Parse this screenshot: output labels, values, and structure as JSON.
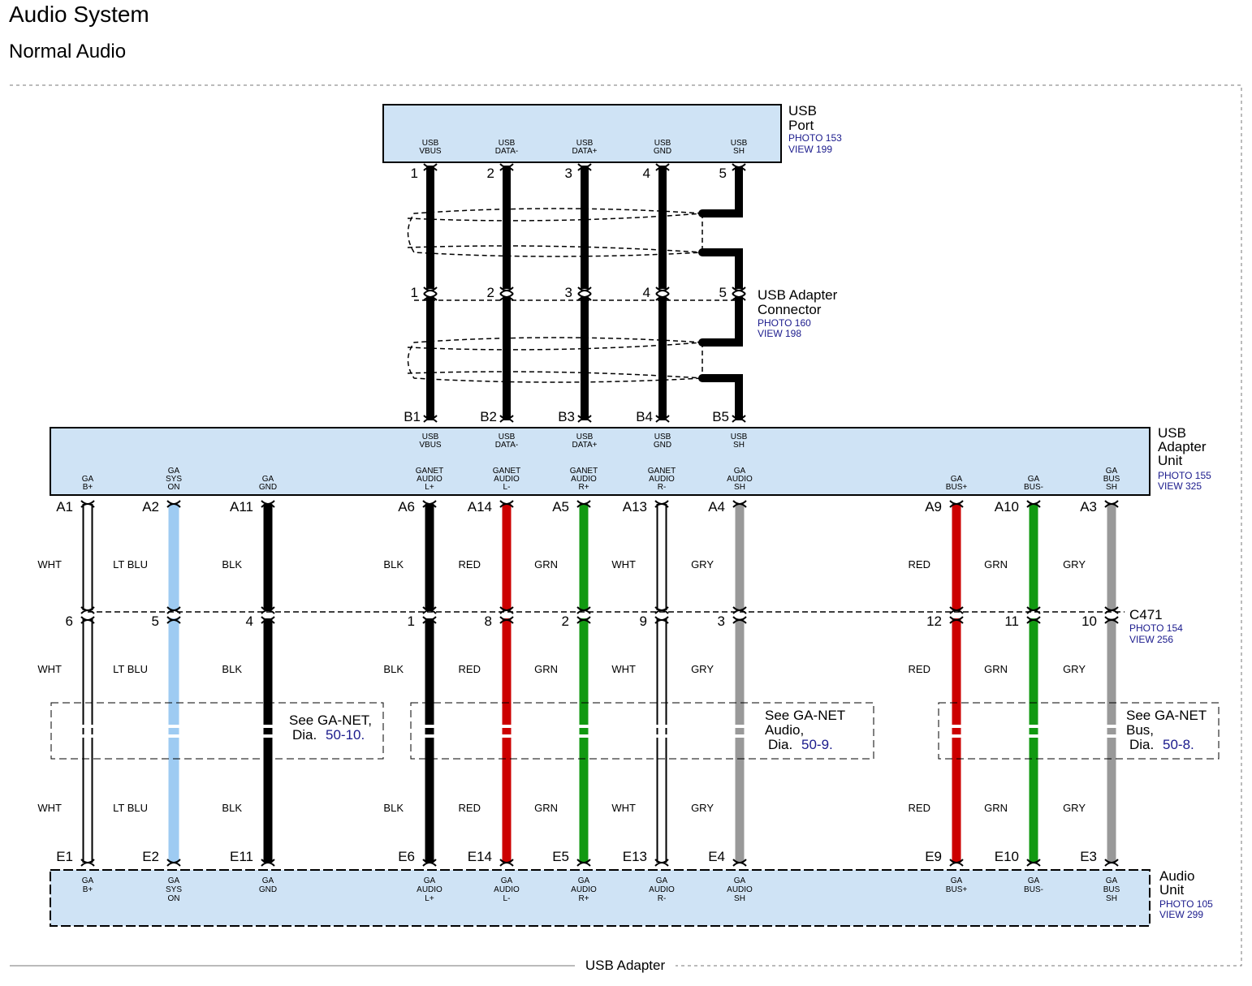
{
  "page": {
    "title": "Audio System",
    "subtitle": "Normal Audio",
    "frame_label": "USB Adapter"
  },
  "colors": {
    "box_fill": "#cfe3f5",
    "red": "#cc0000",
    "green": "#119911",
    "gray": "#999999",
    "ltblue": "#9ecbf2",
    "white": "#ffffff",
    "black": "#000000",
    "ref_text": "#1a1a8c"
  },
  "components": {
    "usb_port": {
      "name_lines": [
        "USB",
        "Port"
      ],
      "photo": "PHOTO 153",
      "view": "VIEW 199",
      "pins": [
        {
          "label": [
            "USB",
            "VBUS"
          ],
          "num": "1"
        },
        {
          "label": [
            "USB",
            "DATA-"
          ],
          "num": "2"
        },
        {
          "label": [
            "USB",
            "DATA+"
          ],
          "num": "3"
        },
        {
          "label": [
            "USB",
            "GND"
          ],
          "num": "4"
        },
        {
          "label": [
            "USB",
            "SH"
          ],
          "num": "5"
        }
      ]
    },
    "usb_adapter_connector": {
      "name_lines": [
        "USB Adapter",
        "Connector"
      ],
      "photo": "PHOTO 160",
      "view": "VIEW 198",
      "pins": [
        "1",
        "2",
        "3",
        "4",
        "5"
      ]
    },
    "usb_adapter_unit": {
      "name_lines": [
        "USB",
        "Adapter",
        "Unit"
      ],
      "photo": "PHOTO 155",
      "view": "VIEW 325",
      "b_pins": [
        {
          "label": [
            "USB",
            "VBUS"
          ],
          "pin": "B1"
        },
        {
          "label": [
            "USB",
            "DATA-"
          ],
          "pin": "B2"
        },
        {
          "label": [
            "USB",
            "DATA+"
          ],
          "pin": "B3"
        },
        {
          "label": [
            "USB",
            "GND"
          ],
          "pin": "B4"
        },
        {
          "label": [
            "USB",
            "SH"
          ],
          "pin": "B5"
        }
      ]
    },
    "c471": {
      "name": "C471",
      "photo": "PHOTO 154",
      "view": "VIEW 256"
    },
    "audio_unit": {
      "name_lines": [
        "Audio",
        "Unit"
      ],
      "photo": "PHOTO 105",
      "view": "VIEW 299"
    }
  },
  "circuits": [
    {
      "top_label": [
        "GA",
        "B+"
      ],
      "a_pin": "A1",
      "color": "WHT",
      "c471_pin": "6",
      "e_pin": "E1",
      "bottom_label": [
        "GA",
        "B+"
      ]
    },
    {
      "top_label": [
        "GA",
        "SYS",
        "ON"
      ],
      "a_pin": "A2",
      "color": "LT BLU",
      "c471_pin": "5",
      "e_pin": "E2",
      "bottom_label": [
        "GA",
        "SYS",
        "ON"
      ]
    },
    {
      "top_label": [
        "GA",
        "GND"
      ],
      "a_pin": "A11",
      "color": "BLK",
      "c471_pin": "4",
      "e_pin": "E11",
      "bottom_label": [
        "GA",
        "GND"
      ]
    },
    {
      "top_label": [
        "GANET",
        "AUDIO",
        "L+"
      ],
      "a_pin": "A6",
      "color": "BLK",
      "c471_pin": "1",
      "e_pin": "E6",
      "bottom_label": [
        "GA",
        "AUDIO",
        "L+"
      ]
    },
    {
      "top_label": [
        "GANET",
        "AUDIO",
        "L-"
      ],
      "a_pin": "A14",
      "color": "RED",
      "c471_pin": "8",
      "e_pin": "E14",
      "bottom_label": [
        "GA",
        "AUDIO",
        "L-"
      ]
    },
    {
      "top_label": [
        "GANET",
        "AUDIO",
        "R+"
      ],
      "a_pin": "A5",
      "color": "GRN",
      "c471_pin": "2",
      "e_pin": "E5",
      "bottom_label": [
        "GA",
        "AUDIO",
        "R+"
      ]
    },
    {
      "top_label": [
        "GANET",
        "AUDIO",
        "R-"
      ],
      "a_pin": "A13",
      "color": "WHT",
      "c471_pin": "9",
      "e_pin": "E13",
      "bottom_label": [
        "GA",
        "AUDIO",
        "R-"
      ]
    },
    {
      "top_label": [
        "GA",
        "AUDIO",
        "SH"
      ],
      "a_pin": "A4",
      "color": "GRY",
      "c471_pin": "3",
      "e_pin": "E4",
      "bottom_label": [
        "GA",
        "AUDIO",
        "SH"
      ]
    },
    {
      "top_label": [
        "GA",
        "BUS+"
      ],
      "a_pin": "A9",
      "color": "RED",
      "c471_pin": "12",
      "e_pin": "E9",
      "bottom_label": [
        "GA",
        "BUS+"
      ]
    },
    {
      "top_label": [
        "GA",
        "BUS-"
      ],
      "a_pin": "A10",
      "color": "GRN",
      "c471_pin": "11",
      "e_pin": "E10",
      "bottom_label": [
        "GA",
        "BUS-"
      ]
    },
    {
      "top_label": [
        "GA",
        "BUS",
        "SH"
      ],
      "a_pin": "A3",
      "color": "GRY",
      "c471_pin": "10",
      "e_pin": "E3",
      "bottom_label": [
        "GA",
        "BUS",
        "SH"
      ]
    }
  ],
  "notes": [
    {
      "lines": [
        "See GA-NET,",
        "Dia."
      ],
      "dia": "50-10."
    },
    {
      "lines": [
        "See GA-NET",
        "Audio,",
        "Dia."
      ],
      "dia": "50-9."
    },
    {
      "lines": [
        "See GA-NET",
        "Bus,",
        "Dia."
      ],
      "dia": "50-8."
    }
  ]
}
